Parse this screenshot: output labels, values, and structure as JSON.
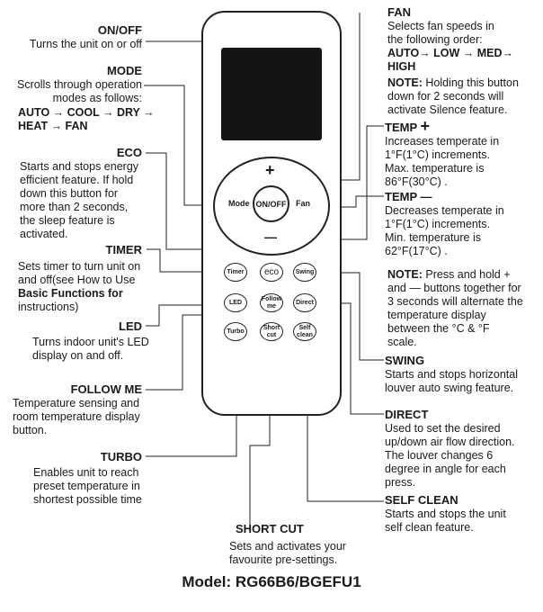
{
  "on_off": {
    "title": "ON/OFF",
    "lines": [
      "Turns the unit on or off"
    ]
  },
  "mode": {
    "title": "MODE",
    "lines": [
      "Scrolls through operation",
      "modes as follows:",
      "AUTO → COOL → DRY →",
      "HEAT → FAN"
    ]
  },
  "eco": {
    "title": "ECO",
    "lines": [
      "Starts and stops energy",
      "efficient feature. If hold",
      "down this button for",
      "more than 2 seconds,",
      "the sleep feature is",
      "activated."
    ]
  },
  "timer": {
    "title": "TIMER",
    "lines": [
      "Sets timer to turn unit on",
      "and off(see How to Use",
      "Basic Functions for",
      "instructions)"
    ]
  },
  "led": {
    "title": "LED",
    "lines": [
      "Turns indoor unit's LED",
      "display on and off."
    ]
  },
  "follow_me": {
    "title": "FOLLOW ME",
    "lines": [
      "Temperature sensing and",
      "room temperature display",
      "button."
    ]
  },
  "turbo": {
    "title": "TURBO",
    "lines": [
      "Enables unit to reach",
      "preset temperature in",
      "shortest possible time"
    ]
  },
  "short_cut": {
    "title": "SHORT CUT",
    "lines": [
      "Sets and activates your",
      "favourite pre-settings."
    ]
  },
  "fan": {
    "title": "FAN",
    "lines": [
      "Selects fan speeds in",
      "the following order:",
      "AUTO→ LOW → MED→",
      "HIGH"
    ],
    "note_label": "NOTE:",
    "note_lines": [
      " Holding this button",
      "down for 2 seconds will",
      "activate Silence feature."
    ]
  },
  "temp_up": {
    "title": "TEMP",
    "symbol": "+",
    "lines": [
      "Increases temperate in",
      "1°F(1°C) increments.",
      "Max. temperature is",
      "86°F(30°C) ."
    ]
  },
  "temp_down": {
    "title": "TEMP",
    "symbol": "—",
    "lines": [
      "Decreases temperate in",
      "1°F(1°C) increments.",
      "Min. temperature is",
      "62°F(17°C) ."
    ]
  },
  "note2": {
    "label": "NOTE:",
    "lines": [
      " Press and hold +",
      "and — buttons together for",
      "3 seconds will alternate the",
      "temperature display",
      "between the °C & °F",
      "scale."
    ]
  },
  "swing": {
    "title": "SWING",
    "lines": [
      "Starts and stops horizontal",
      "louver auto swing feature."
    ]
  },
  "direct": {
    "title": "DIRECT",
    "lines": [
      "Used to set the desired",
      "up/down air flow direction.",
      "The louver changes 6",
      "degree in angle for each",
      "press."
    ]
  },
  "self_clean": {
    "title": "SELF CLEAN",
    "lines": [
      "Starts and stops the unit",
      "self clean feature."
    ]
  },
  "remote": {
    "on_off": "ON/OFF",
    "mode": "Mode",
    "fan": "Fan",
    "plus": "+",
    "minus": "—",
    "timer": "Timer",
    "eco": "eco",
    "swing": "Swing",
    "led": "LED",
    "follow_me": "Follow me",
    "direct": "Direct",
    "turbo": "Turbo",
    "short_cut": "Short cut",
    "self_clean": "Self clean"
  },
  "model": "Model: RG66B6/BGEFU1"
}
